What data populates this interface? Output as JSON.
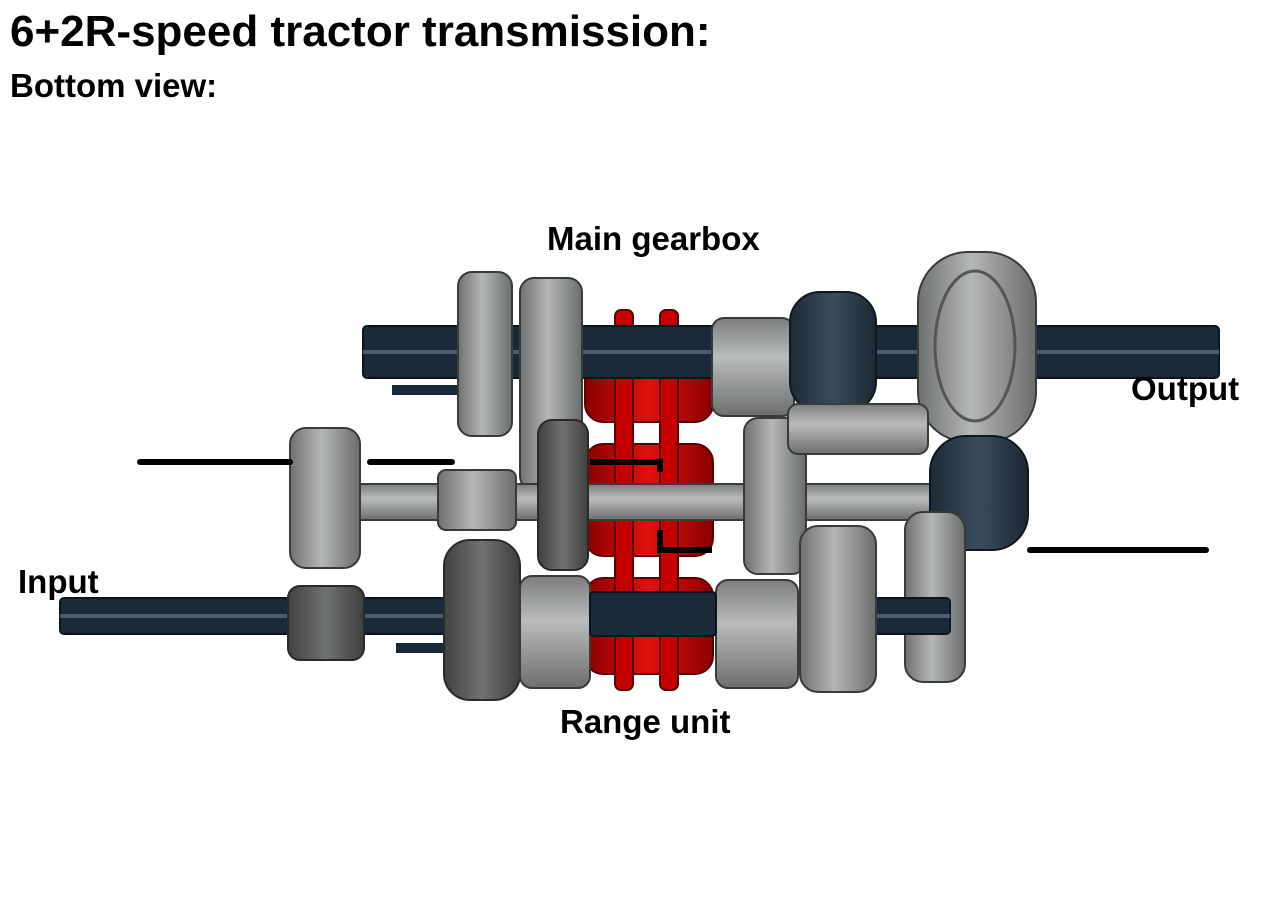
{
  "title": "6+2R-speed tractor transmission:",
  "subtitle": "Bottom view:",
  "labels": {
    "main_gearbox": "Main gearbox",
    "output": "Output",
    "input": "Input",
    "range_unit": "Range unit"
  },
  "colors": {
    "axle": "#1b2a38",
    "gear_light": "#a3a6a4",
    "gear_dark": "#5a5d5c",
    "gear_navy": "#2a3b4a",
    "clutch_red": "#d40000",
    "outline": "#3a3a3a",
    "pointer_line": "#000000"
  }
}
